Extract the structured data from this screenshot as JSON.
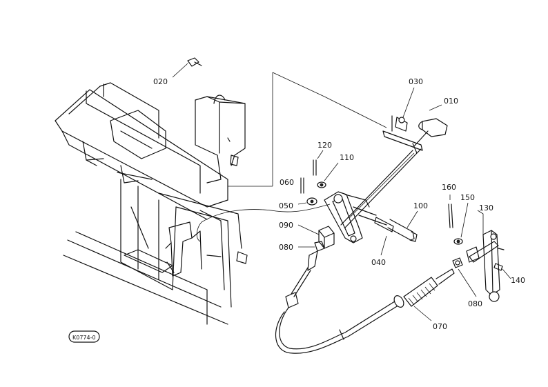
{
  "diagram_id": "K0774-0",
  "callouts": [
    "010",
    "020",
    "030",
    "040",
    "050",
    "060",
    "070",
    "080",
    "080",
    "090",
    "100",
    "110",
    "120",
    "130",
    "140",
    "150",
    "160"
  ],
  "colors": {
    "ink": "#111111",
    "paper": "#ffffff"
  }
}
